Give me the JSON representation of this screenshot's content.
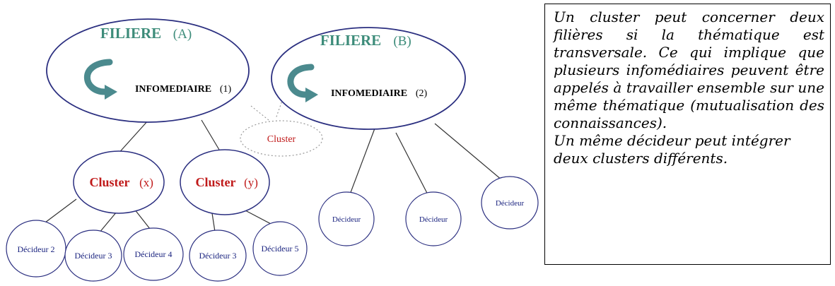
{
  "diagram": {
    "filieres": [
      {
        "label": "FILIERE",
        "code": "(A)",
        "info_label": "INFOMEDIAIRE",
        "info_num": "(1)"
      },
      {
        "label": "FILIERE",
        "code": "(B)",
        "info_label": "INFOMEDIAIRE",
        "info_num": "(2)"
      }
    ],
    "clusters": [
      {
        "label": "Cluster",
        "code": "(x)"
      },
      {
        "label": "Cluster",
        "code": "(y)"
      }
    ],
    "dashed_cluster": {
      "label": "Cluster"
    },
    "decideurs_x": [
      "Décideur 2",
      "Décideur 3",
      "Décideur 4"
    ],
    "decideurs_y": [
      "Décideur 3",
      "Décideur 5"
    ],
    "decideurs_b": [
      "Décideur",
      "Décideur",
      "Décideur"
    ]
  },
  "callout": {
    "paragraph1": "Un cluster peut concerner deux filières si la thématique est transversale. Ce qui implique que plusieurs infomédiaires peuvent être appelés à travailler ensemble sur une même thématique (mutualisation des connaissances).",
    "paragraph2": "Un même décideur peut intégrer deux clusters différents."
  },
  "colors": {
    "ellipse_border": "#2b2f80",
    "filiere_text": "#3d8c7a",
    "cluster_text": "#c01a1a",
    "decideur_text": "#1c2580",
    "arrow_fill": "#4b8a8e"
  }
}
